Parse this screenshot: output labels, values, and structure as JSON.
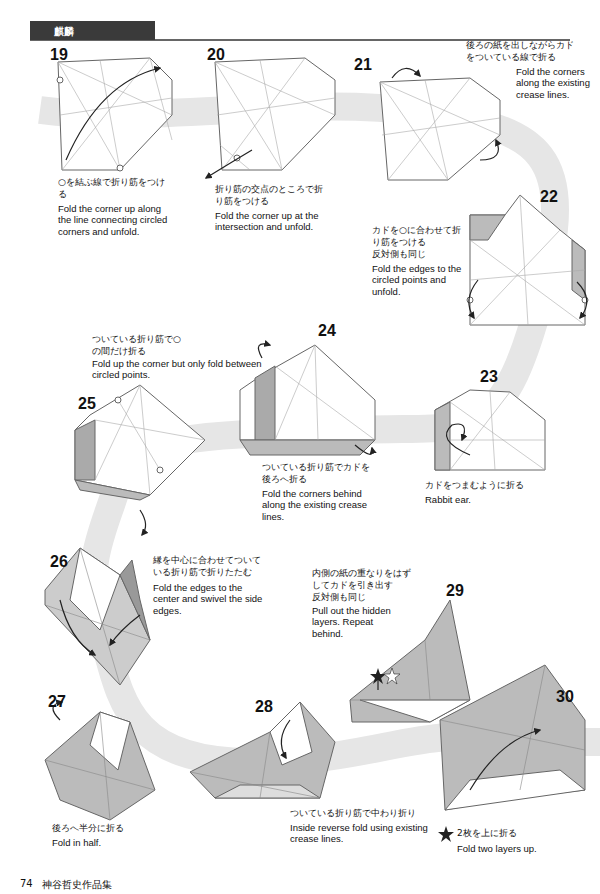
{
  "diagram": {
    "title": "麒麟",
    "labels": [
      "19",
      "○を結ぶ線で折り筋をつける",
      "Fold the corner up along the line connecting circled corners and unfold.",
      "20",
      "折り筋の交点のところで折り筋をつける",
      "Fold the corner up at the intersection and unfold.",
      "21",
      "後ろの紙を出しながらカドをついている線で折る",
      "Fold the corners along the existing crease lines.",
      "22",
      "カドを○に合わせて折り筋をつける",
      "反対側も同じ",
      "Fold the edges to the circled points and unfold.",
      "23",
      "カドをつまむように折る",
      "Rabbit ear.",
      "24",
      "ついている折り筋でカドを後ろへ折る",
      "Fold the corners behind along the existing crease lines.",
      "25",
      "ついている折り筋で○の間だけ折る",
      "Fold up the corner but only fold between circled points.",
      "26",
      "縁を中心に合わせてついている折り筋で折りたたむ",
      "Fold the edges to the center and swivel the side edges.",
      "27",
      "後ろへ半分に折る",
      "Fold in half.",
      "28",
      "ついている折り筋で中わり折り",
      "Inside reverse fold using existing crease lines.",
      "29",
      "内側の紙の重なりをはずしてカドを引き出す",
      "反対側も同じ",
      "Pull out the hidden layers. Repeat behind.",
      "30",
      "2枚を上に折る",
      "Fold two layers up.",
      "74",
      "神谷哲史作品集"
    ]
  }
}
